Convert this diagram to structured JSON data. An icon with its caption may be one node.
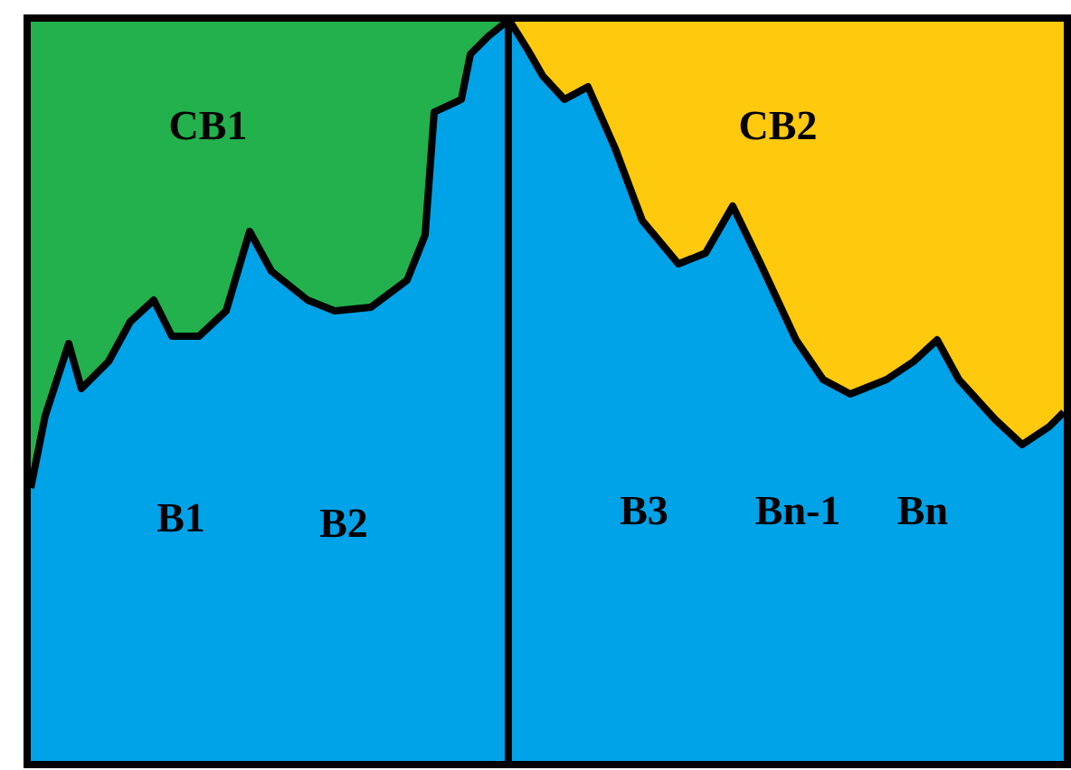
{
  "diagram": {
    "labels": [
      "CB1",
      "B1",
      "B2",
      "CB2",
      "B3",
      "Bn-1",
      "Bn"
    ]
  }
}
